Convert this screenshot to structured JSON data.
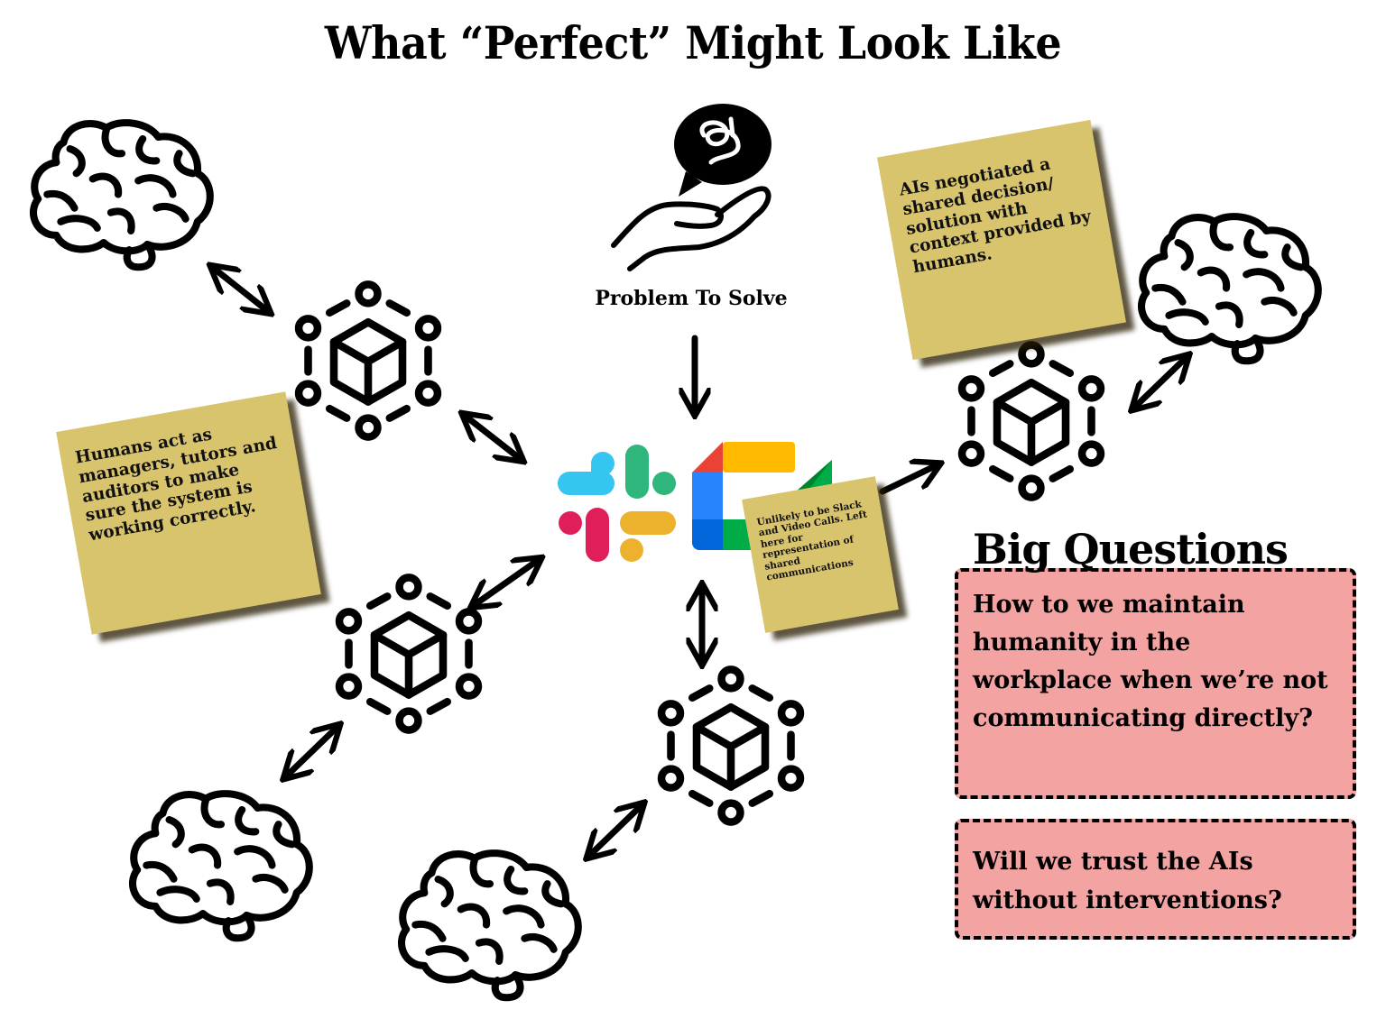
{
  "title": "What “Perfect” Might Look Like",
  "problem": {
    "label": "Problem To Solve",
    "icon": "hand-with-problem-speech-bubble-icon"
  },
  "center": {
    "apps": [
      "Slack",
      "Google Meet"
    ],
    "icons": [
      "slack-logo-icon",
      "google-meet-logo-icon"
    ]
  },
  "nodes": [
    {
      "id": "ai-node-top-left",
      "icon": "ai-network-cube-icon"
    },
    {
      "id": "ai-node-right",
      "icon": "ai-network-cube-icon"
    },
    {
      "id": "ai-node-bottom-left",
      "icon": "ai-network-cube-icon"
    },
    {
      "id": "ai-node-bottom-center",
      "icon": "ai-network-cube-icon"
    }
  ],
  "humans": [
    {
      "id": "brain-top-left",
      "icon": "brain-icon"
    },
    {
      "id": "brain-right",
      "icon": "brain-icon"
    },
    {
      "id": "brain-bottom-left",
      "icon": "brain-icon"
    },
    {
      "id": "brain-bottom-center",
      "icon": "brain-icon"
    }
  ],
  "notes": {
    "humans_role": "Humans act as managers, tutors and auditors to make sure the system is working correctly.",
    "ai_negotiation": "AIs negotiated a shared decision/ solution with context provided by humans.",
    "comms_caveat": "Unlikely to be Slack and Video Calls. Left here for representation of shared communications"
  },
  "big_questions": {
    "title": "Big Questions",
    "items": [
      "How to we maintain humanity in the workplace when we’re not communicating directly?",
      "Will we trust the AIs without interventions?"
    ]
  },
  "colors": {
    "sticky_note": "#d9c46e",
    "question_box": "#f4a3a3",
    "slack_blue": "#36c5f0",
    "slack_green": "#2eb67d",
    "slack_red": "#e01e5a",
    "slack_yellow": "#ecb22e",
    "meet_blue": "#2684fc",
    "meet_red": "#ea4335",
    "meet_yellow": "#ffba00",
    "meet_green": "#00ac47"
  }
}
